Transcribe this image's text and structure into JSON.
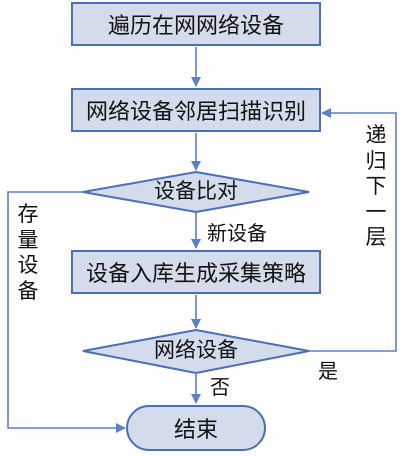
{
  "nodes": {
    "traverse": "遍历在网网络设备",
    "scan": "网络设备邻居扫描识别",
    "compare": "设备比对",
    "store": "设备入库生成采集策略",
    "is_network": "网络设备",
    "end": "结束"
  },
  "edge_labels": {
    "new_device": "新设备",
    "existing_device": "存量设备",
    "no": "否",
    "yes": "是",
    "recurse": "递归下一层"
  },
  "colors": {
    "fill": "#d4dcec",
    "stroke": "#4a6fb8",
    "line": "#5b7fc8"
  }
}
